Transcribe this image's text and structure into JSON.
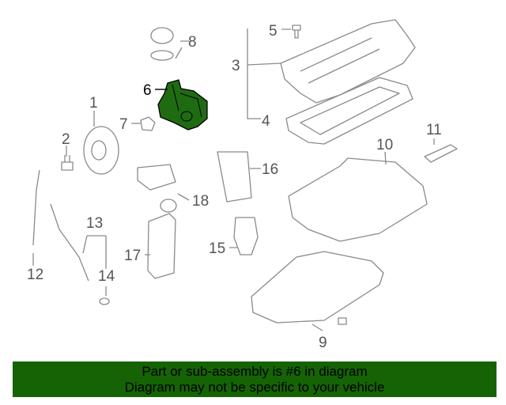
{
  "diagram": {
    "highlighted_part": "6",
    "highlight_color": "#1f6b12",
    "callouts": [
      "1",
      "2",
      "3",
      "4",
      "5",
      "6",
      "7",
      "8",
      "9",
      "10",
      "11",
      "12",
      "13",
      "14",
      "15",
      "16",
      "17",
      "18"
    ]
  },
  "banner": {
    "line1": "Part or sub-assembly is #6 in diagram",
    "line2": "Diagram may not be specific to your vehicle",
    "background": "#156305"
  }
}
